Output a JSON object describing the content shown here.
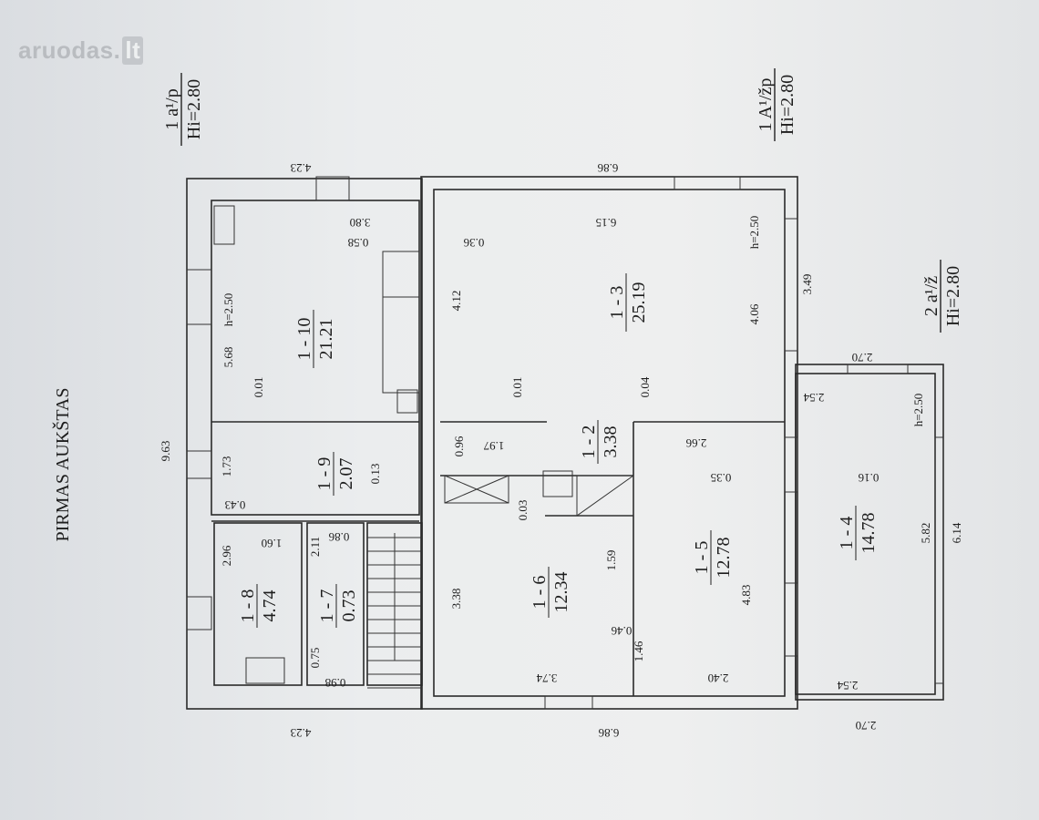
{
  "watermark": {
    "name": "aruodas",
    "suffix": "lt",
    "separator": "."
  },
  "floor_title": "PIRMAS AUKŠTAS",
  "heights": [
    {
      "id": "h1",
      "top": "1 a¹/p",
      "bottom": "Hi=2.80"
    },
    {
      "id": "h2",
      "top": "1 A¹/žp",
      "bottom": "Hi=2.80"
    },
    {
      "id": "h3",
      "top": "2 a¹/ž",
      "bottom": "Hi=2.80"
    }
  ],
  "rooms": [
    {
      "id": "r1_10",
      "code": "1 - 10",
      "area": "21.21"
    },
    {
      "id": "r1_9",
      "code": "1 - 9",
      "area": "2.07"
    },
    {
      "id": "r1_8",
      "code": "1 - 8",
      "area": "4.74"
    },
    {
      "id": "r1_7",
      "code": "1 - 7",
      "area": "0.73"
    },
    {
      "id": "r1_3",
      "code": "1 - 3",
      "area": "25.19"
    },
    {
      "id": "r1_2",
      "code": "1 - 2",
      "area": "3.38"
    },
    {
      "id": "r1_6",
      "code": "1 - 6",
      "area": "12.34"
    },
    {
      "id": "r1_5",
      "code": "1 - 5",
      "area": "12.78"
    },
    {
      "id": "r1_4",
      "code": "1 - 4",
      "area": "14.78"
    }
  ],
  "dimensions": {
    "d_423_top": "4.23",
    "d_686_top": "6.86",
    "d_380": "3.80",
    "d_058": "0.58",
    "d_036": "0.36",
    "d_615": "6.15",
    "d_h250_a": "h=2.50",
    "d_h250_b": "h=2.50",
    "d_h250_c": "h=2.50",
    "d_349": "3.49",
    "d_568": "5.68",
    "d_412": "4.12",
    "d_406": "4.06",
    "d_270_a": "2.70",
    "d_001_a": "0.01",
    "d_001_b": "0.01",
    "d_004": "0.04",
    "d_254_a": "2.54",
    "d_963": "9.63",
    "d_173": "1.73",
    "d_096": "0.96",
    "d_197": "1.97",
    "d_266": "2.66",
    "d_043": "0.43",
    "d_013": "0.13",
    "d_003": "0.03",
    "d_035": "0.35",
    "d_016": "0.16",
    "d_296": "2.96",
    "d_160": "1.60",
    "d_211": "2.11",
    "d_086": "0.86",
    "d_338": "3.38",
    "d_159": "1.59",
    "d_483": "4.83",
    "d_582": "5.82",
    "d_614": "6.14",
    "d_046": "0.46",
    "d_146": "1.46",
    "d_075": "0.75",
    "d_098": "0.98",
    "d_374": "3.74",
    "d_240": "2.40",
    "d_254_b": "2.54",
    "d_423_bot": "4.23",
    "d_686_bot": "6.86",
    "d_270_b": "2.70"
  }
}
